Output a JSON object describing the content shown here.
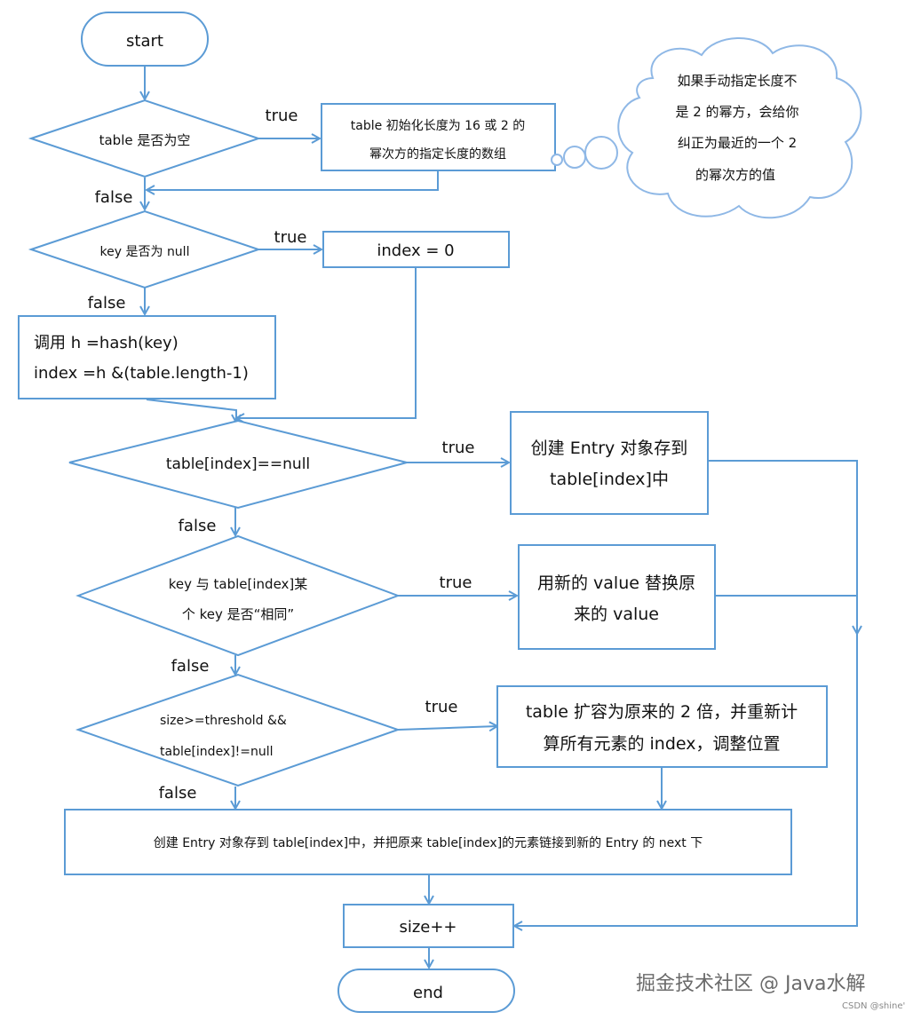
{
  "nodes": {
    "start": "start",
    "table_empty": "table 是否为空",
    "init_table_l1": "table 初始化长度为 16 或 2 的",
    "init_table_l2": "幂次方的指定长度的数组",
    "cloud_l1": "如果手动指定长度不",
    "cloud_l2": "是 2 的幂方，会给你",
    "cloud_l3": "纠正为最近的一个 2",
    "cloud_l4": "的幂次方的值",
    "key_null": "key 是否为 null",
    "index_zero": "index = 0",
    "hash_l1": "调用 h =hash(key)",
    "hash_l2": "index =h &(table.length-1)",
    "slot_null": "table[index]==null",
    "create_entry_l1": "创建 Entry 对象存到",
    "create_entry_l2": "table[index]中",
    "key_same_l1": "key 与 table[index]某",
    "key_same_l2": "个 key 是否“相同”",
    "replace_l1": "用新的 value 替换原",
    "replace_l2": "来的 value",
    "threshold_l1": "size>=threshold    &&",
    "threshold_l2": "table[index]!=null",
    "resize_l1": "table 扩容为原来的 2 倍，并重新计",
    "resize_l2": "算所有元素的 index，调整位置",
    "link_entry": "创建 Entry 对象存到 table[index]中，并把原来 table[index]的元素链接到新的 Entry 的 next 下",
    "size_inc": "size++",
    "end": "end"
  },
  "labels": {
    "true": "true",
    "false": "false"
  },
  "watermark": {
    "main": "掘金技术社区 @ Java水解",
    "small": "CSDN @shine'"
  },
  "colors": {
    "stroke": "#5b9bd5",
    "cloud_stroke": "#8fb8e6"
  }
}
